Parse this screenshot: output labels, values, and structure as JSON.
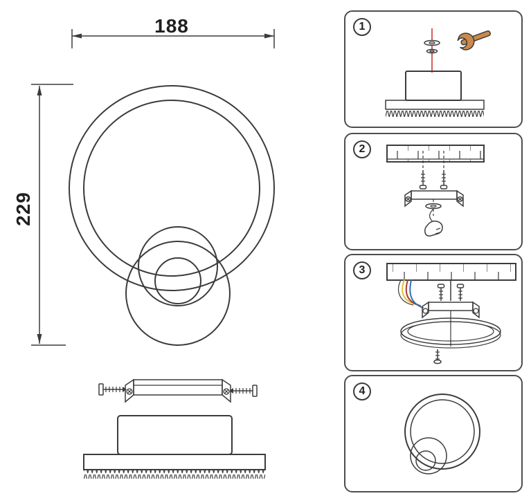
{
  "page": {
    "background": "#ffffff"
  },
  "drawing": {
    "width_dimension": "188",
    "height_dimension": "229"
  },
  "steps": [
    {
      "number": "1"
    },
    {
      "number": "2"
    },
    {
      "number": "3"
    },
    {
      "number": "4"
    }
  ],
  "colors": {
    "outline": "#3b3b3b",
    "panel_border": "#4d4d4d",
    "laser": "#cf3433",
    "wrench": "#c98a4b",
    "wire_yellow": "#e0c23a",
    "wire_red": "#a93a2f",
    "wire_blue": "#2f6fae",
    "dimension_text": "#1f1f1f"
  }
}
